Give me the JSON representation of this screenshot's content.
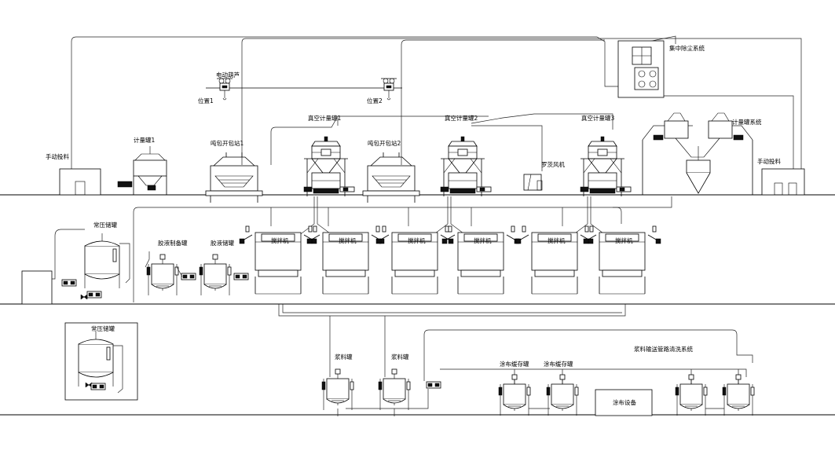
{
  "labels": {
    "dust_system": "集中除尘系统",
    "electric_hoist": "电动葫芦",
    "position1": "位置1",
    "position2": "位置2",
    "manual_feed_left": "手动投料",
    "meter_tank1": "计量罐1",
    "ton_bag_station1": "吨包开包站1",
    "vacuum_meter_tank1": "真空计量罐1",
    "ton_bag_station2": "吨包开包站2",
    "vacuum_meter_tank2": "真空计量罐2",
    "vacuum_meter_tank3": "真空计量罐3",
    "roots_blower": "罗茨风机",
    "meter_tank_system": "计量罐系统",
    "manual_feed_right": "手动投料",
    "pressure_tank_upper": "常压储罐",
    "glue_prep_tank": "胶液制备罐",
    "glue_storage_tank": "胶液储罐",
    "mixers": [
      "搅拌机",
      "搅拌机",
      "搅拌机",
      "搅拌机",
      "搅拌机",
      "搅拌机"
    ],
    "pressure_tank_lower": "常压储罐",
    "slurry_tank1": "浆料罐",
    "slurry_tank2": "浆料罐",
    "cleaning_system": "浆料输送管路清洗系统",
    "coating_buffer1": "涂布缓存罐",
    "coating_buffer2": "涂布缓存罐",
    "coating_equipment": "涂布设备"
  }
}
